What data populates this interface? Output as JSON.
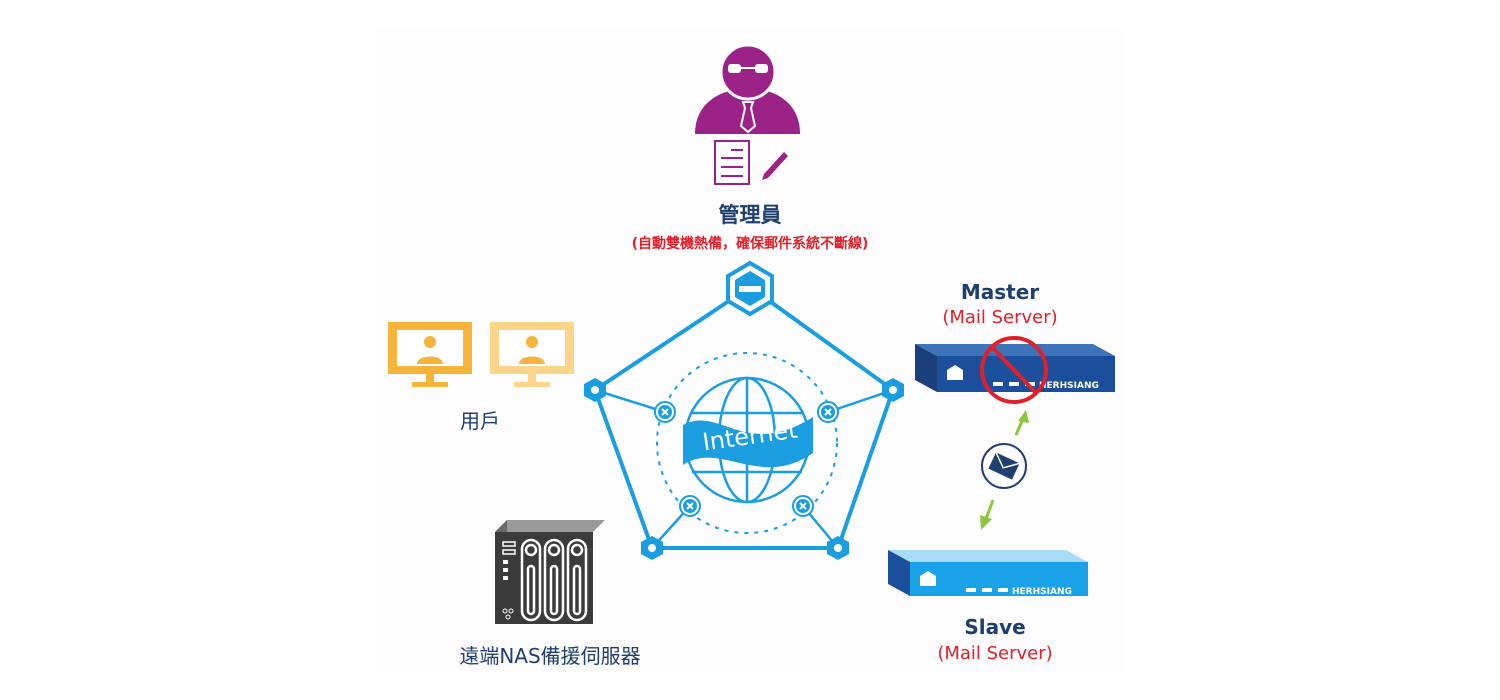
{
  "diagram": {
    "admin": {
      "title": "管理員",
      "subtitle": "(自動雙機熱備，確保郵件系統不斷線)",
      "icon": "admin-person-icon",
      "doc_icon": "document-pencil-icon",
      "color": "#9b2286"
    },
    "users": {
      "title": "用戶",
      "icon": "monitor-user-icon",
      "color": "#f6b53a"
    },
    "nas": {
      "title": "遠端NAS備援伺服器",
      "icon": "nas-server-icon",
      "color": "#3b3b3b"
    },
    "internet": {
      "label": "Internet",
      "icon": "globe-icon",
      "top_node_icon": "hexagon-minus-icon",
      "color": "#1a9ee0"
    },
    "master": {
      "title": "Master",
      "subtitle": "(Mail Server)",
      "brand": "HERHSIANG",
      "status_icon": "prohibited-icon",
      "color": "#1b4f9c"
    },
    "slave": {
      "title": "Slave",
      "subtitle": "(Mail Server)",
      "brand": "HERHSIANG",
      "color": "#1aa3e8"
    },
    "sync": {
      "icon": "envelope-icon",
      "arrow_color": "#8cc63f"
    }
  }
}
